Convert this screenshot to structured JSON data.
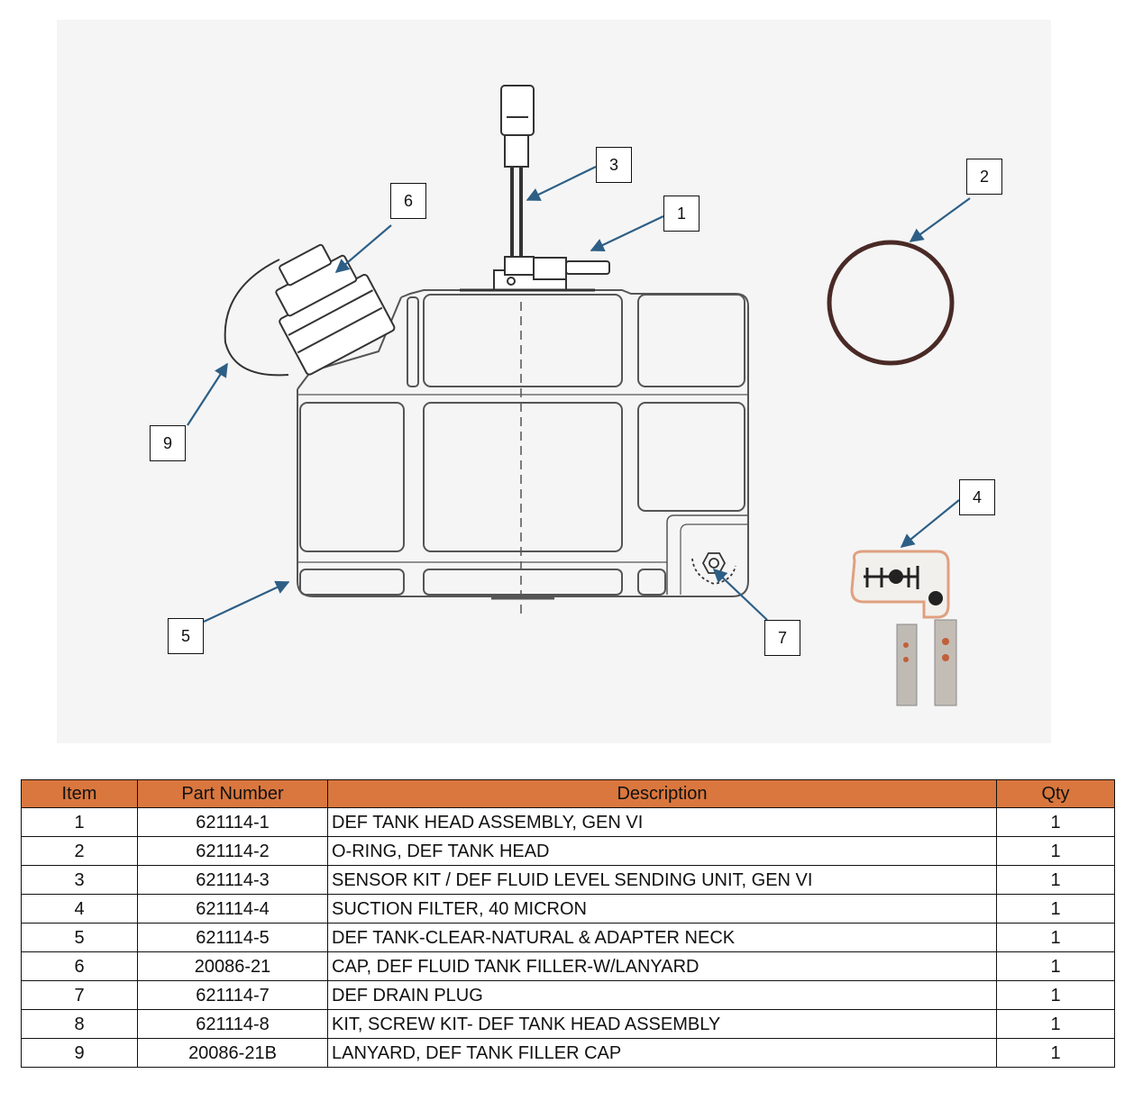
{
  "callouts": [
    {
      "id": "1",
      "label": "1"
    },
    {
      "id": "2",
      "label": "2"
    },
    {
      "id": "3",
      "label": "3"
    },
    {
      "id": "4",
      "label": "4"
    },
    {
      "id": "5",
      "label": "5"
    },
    {
      "id": "6",
      "label": "6"
    },
    {
      "id": "7",
      "label": "7"
    },
    {
      "id": "9",
      "label": "9"
    }
  ],
  "table": {
    "headers": [
      "Item",
      "Part Number",
      "Description",
      "Qty"
    ],
    "rows": [
      {
        "item": "1",
        "part": "621114-1",
        "desc": "DEF TANK HEAD ASSEMBLY, GEN VI",
        "qty": "1"
      },
      {
        "item": "2",
        "part": "621114-2",
        "desc": "O-RING, DEF TANK HEAD",
        "qty": "1"
      },
      {
        "item": "3",
        "part": "621114-3",
        "desc": "SENSOR KIT / DEF FLUID LEVEL SENDING UNIT, GEN VI",
        "qty": "1"
      },
      {
        "item": "4",
        "part": "621114-4",
        "desc": "SUCTION FILTER, 40 MICRON",
        "qty": "1"
      },
      {
        "item": "5",
        "part": "621114-5",
        "desc": "DEF TANK-CLEAR-NATURAL & ADAPTER NECK",
        "qty": "1"
      },
      {
        "item": "6",
        "part": "20086-21",
        "desc": "CAP, DEF FLUID TANK FILLER-W/LANYARD",
        "qty": "1"
      },
      {
        "item": "7",
        "part": "621114-7",
        "desc": "DEF DRAIN PLUG",
        "qty": "1"
      },
      {
        "item": "8",
        "part": "621114-8",
        "desc": "KIT, SCREW KIT- DEF TANK HEAD ASSEMBLY",
        "qty": "1"
      },
      {
        "item": "9",
        "part": "20086-21B",
        "desc": "LANYARD, DEF TANK FILLER CAP",
        "qty": "1"
      }
    ]
  },
  "colors": {
    "header_bg": "#d9773e",
    "arrow": "#2d5f86",
    "panel_bg": "#f5f5f5",
    "oring": "#4a2a26"
  }
}
